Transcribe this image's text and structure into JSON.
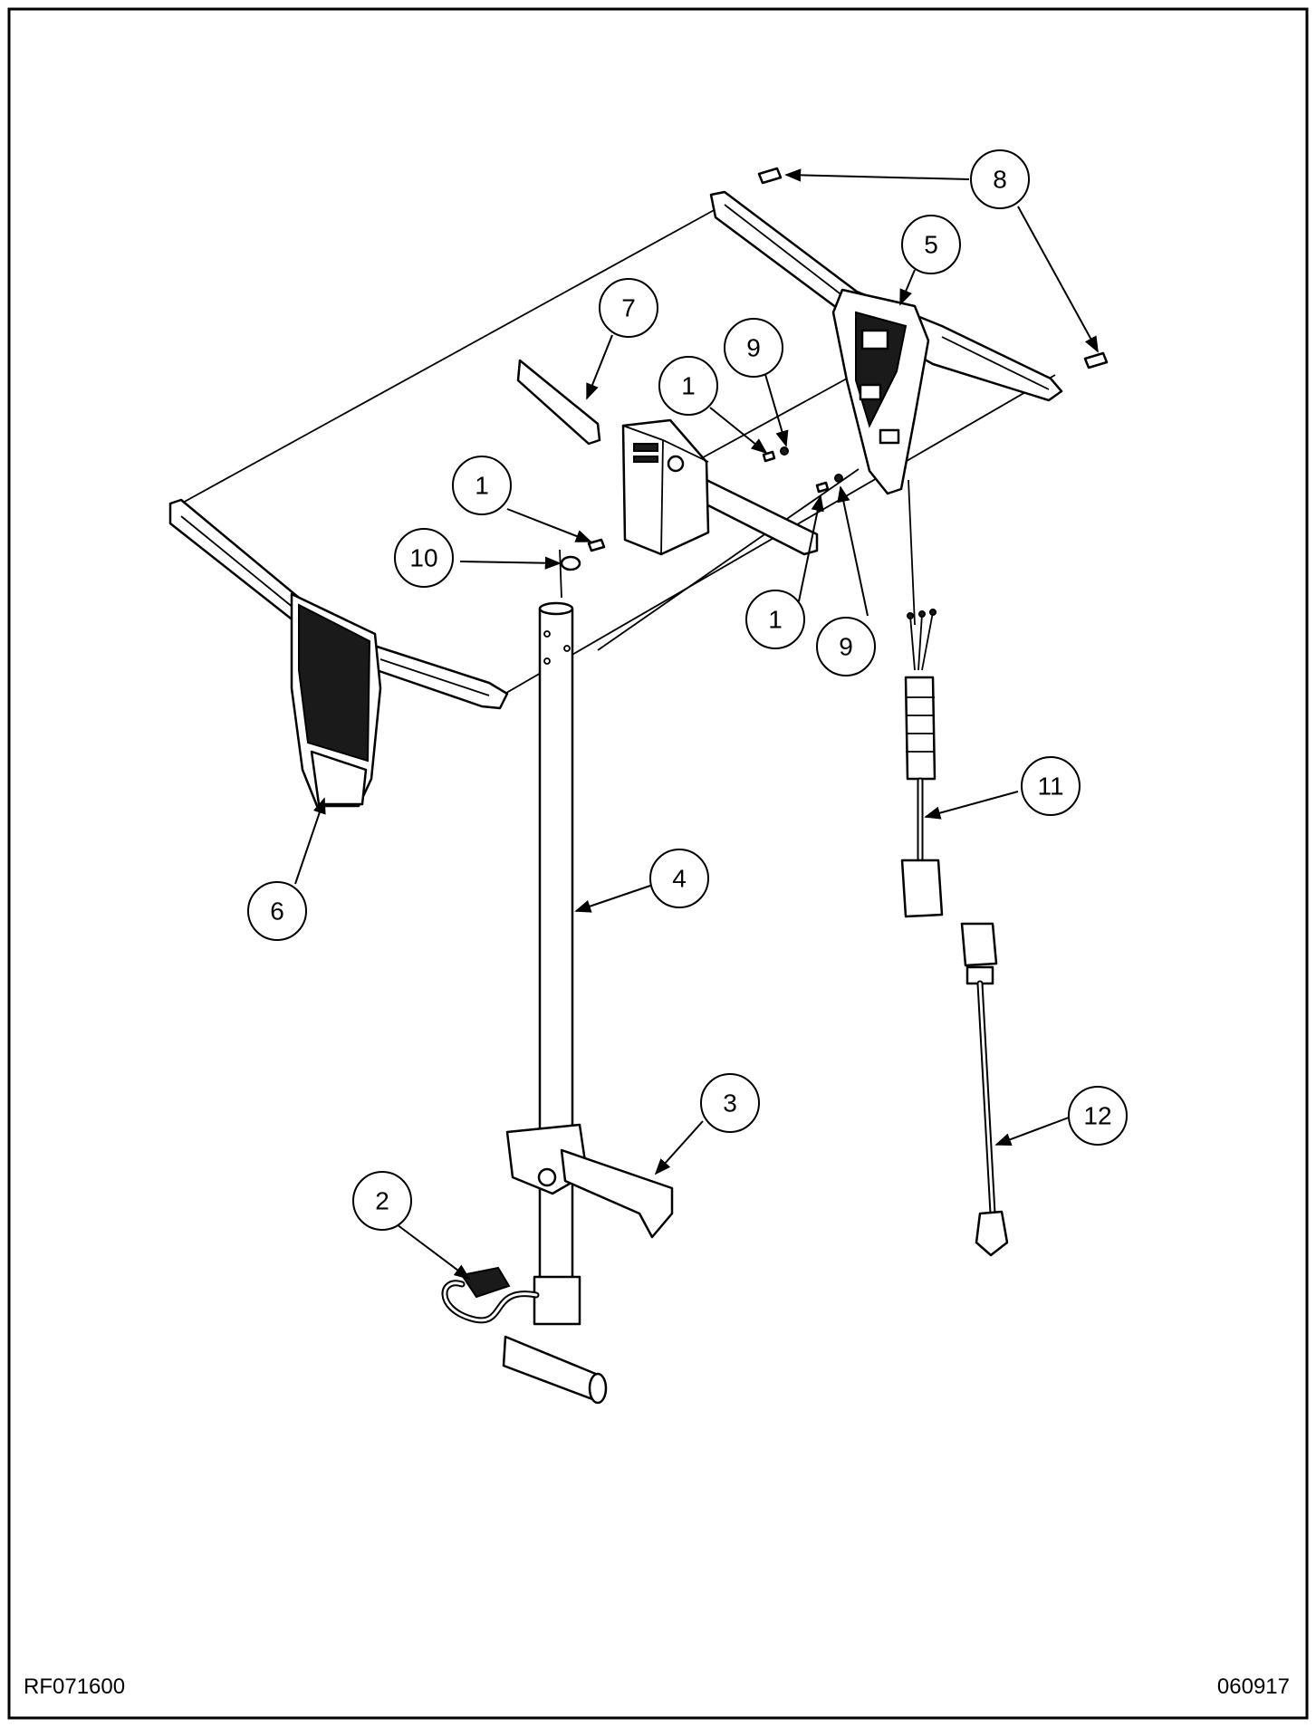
{
  "drawing": {
    "code_left": "RF071600",
    "code_right": "060917"
  },
  "callouts": [
    {
      "id": "c8a",
      "label": "8"
    },
    {
      "id": "c8b",
      "label": "8"
    },
    {
      "id": "c5",
      "label": "5"
    },
    {
      "id": "c7",
      "label": "7"
    },
    {
      "id": "c9a",
      "label": "9"
    },
    {
      "id": "c1a",
      "label": "1"
    },
    {
      "id": "c1b",
      "label": "1"
    },
    {
      "id": "c10",
      "label": "10"
    },
    {
      "id": "c1c",
      "label": "1"
    },
    {
      "id": "c9b",
      "label": "9"
    },
    {
      "id": "c11",
      "label": "11"
    },
    {
      "id": "c6",
      "label": "6"
    },
    {
      "id": "c4",
      "label": "4"
    },
    {
      "id": "c3",
      "label": "3"
    },
    {
      "id": "c12",
      "label": "12"
    },
    {
      "id": "c2",
      "label": "2"
    }
  ]
}
